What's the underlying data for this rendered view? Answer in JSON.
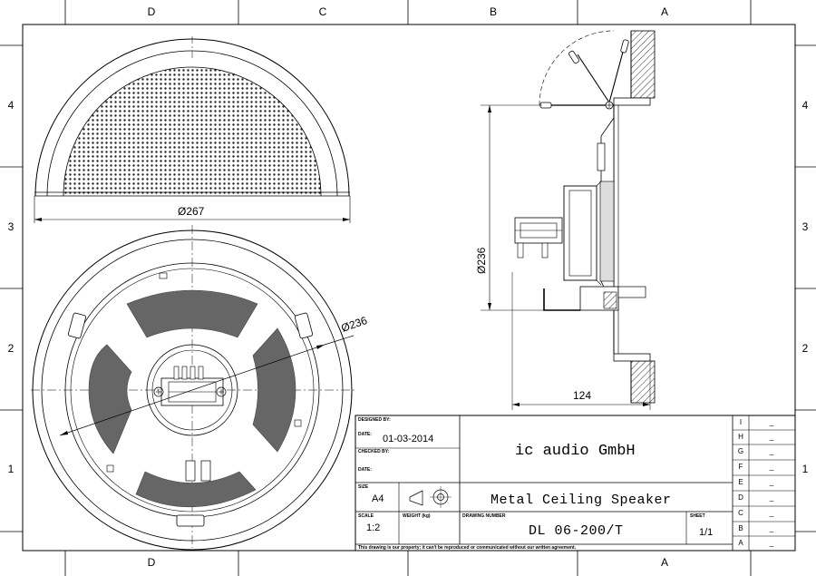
{
  "frame": {
    "columns_top": [
      "D",
      "C",
      "B",
      "A"
    ],
    "columns_bottom": [
      "D",
      "A"
    ],
    "rows": [
      "4",
      "3",
      "2",
      "1"
    ]
  },
  "dimensions": {
    "grille_diameter": "Ø267",
    "speaker_diameter": "Ø236",
    "side_diameter": "Ø236",
    "depth": "124"
  },
  "title_block": {
    "designed_by_label": "DESIGNED BY:",
    "date_label_1": "DATE:",
    "date_value": "01-03-2014",
    "checked_by_label": "CHECKED BY:",
    "date_label_2": "DATE:",
    "company": "ic audio GmbH",
    "size_label": "SIZE",
    "size_value": "A4",
    "title": "Metal Ceiling Speaker",
    "scale_label": "SCALE",
    "scale_value": "1:2",
    "weight_label": "WEIGHT (kg)",
    "drawing_number_label": "DRAWING NUMBER",
    "drawing_number": "DL 06-200/T",
    "sheet_label": "SHEET",
    "sheet_value": "1/1",
    "footer_note": "This drawing is our property; it can't be reproduced or communicated without our written agreement.",
    "revisions": [
      {
        "letter": "I",
        "value": "_"
      },
      {
        "letter": "H",
        "value": "_"
      },
      {
        "letter": "G",
        "value": "_"
      },
      {
        "letter": "F",
        "value": "_"
      },
      {
        "letter": "E",
        "value": "_"
      },
      {
        "letter": "D",
        "value": "_"
      },
      {
        "letter": "C",
        "value": "_"
      },
      {
        "letter": "B",
        "value": "_"
      },
      {
        "letter": "A",
        "value": "_"
      }
    ]
  }
}
